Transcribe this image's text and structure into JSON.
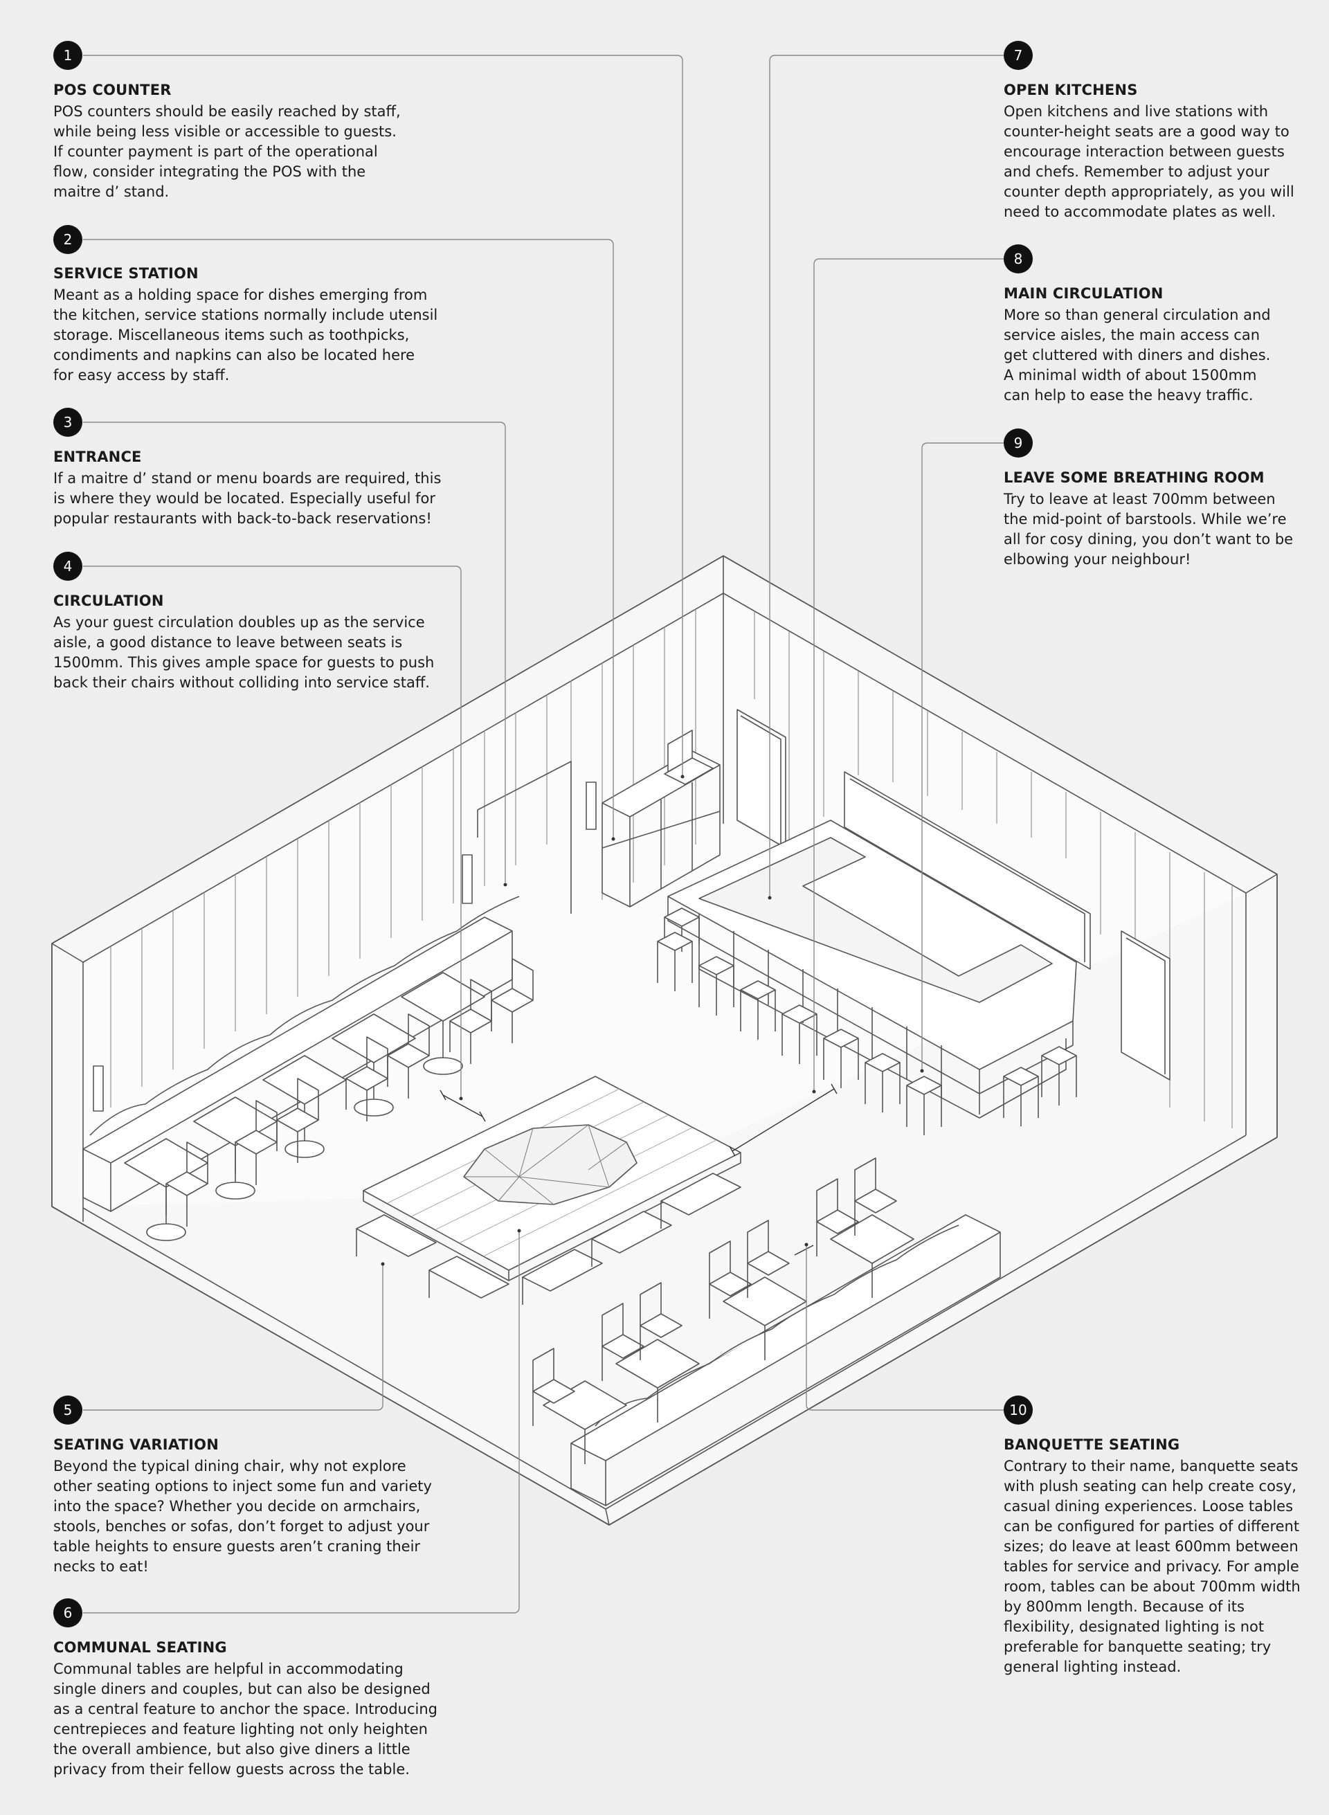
{
  "callouts": [
    {
      "number": "1",
      "title": "POS COUNTER",
      "body": "POS counters should be easily reached by staff,\nwhile being less visible or accessible to guests.\nIf counter payment is part of the operational\nflow, consider integrating the POS with the\nmaitre d’ stand."
    },
    {
      "number": "2",
      "title": "SERVICE STATION",
      "body": "Meant as a holding space for dishes emerging from\nthe kitchen, service stations normally include utensil\nstorage. Miscellaneous items such as toothpicks,\ncondiments and napkins can also be located here\nfor easy access by staff."
    },
    {
      "number": "3",
      "title": "ENTRANCE",
      "body": "If a maitre d’ stand or menu boards are required, this\nis where they would be located. Especially useful for\npopular restaurants with back-to-back reservations!"
    },
    {
      "number": "4",
      "title": "CIRCULATION",
      "body": "As your guest circulation doubles up as the service\naisle, a good distance to leave between seats is\n1500mm. This gives ample space for guests to push\nback their chairs without colliding into service staff."
    },
    {
      "number": "5",
      "title": "SEATING VARIATION",
      "body": "Beyond the typical dining chair, why not explore\nother seating options to inject some fun and variety\ninto the space? Whether you decide on armchairs,\nstools, benches or sofas, don’t forget to adjust your\ntable heights to ensure guests aren’t craning their\nnecks to eat!"
    },
    {
      "number": "6",
      "title": "COMMUNAL SEATING",
      "body": "Communal tables are helpful in accommodating\nsingle diners and couples, but can also be designed\nas a central feature to anchor the space. Introducing\ncentrepieces and feature lighting not only heighten\nthe overall ambience, but also give diners a little\nprivacy from their fellow guests across the table."
    },
    {
      "number": "7",
      "title": "OPEN KITCHENS",
      "body": "Open kitchens and live stations with\ncounter-height seats are a good way to\nencourage interaction between guests\nand chefs. Remember to adjust your\ncounter depth appropriately, as you will\nneed to accommodate plates as well."
    },
    {
      "number": "8",
      "title": "MAIN CIRCULATION",
      "body": "More so than general circulation and\nservice aisles, the main access can\nget cluttered with diners and dishes.\nA minimal width of about 1500mm\ncan help to ease the heavy traffic."
    },
    {
      "number": "9",
      "title": "LEAVE SOME BREATHING ROOM",
      "body": "Try to leave at least 700mm between\nthe mid-point of barstools. While we’re\nall for cosy dining, you don’t want to be\nelbowing your neighbour!"
    },
    {
      "number": "10",
      "title": "BANQUETTE SEATING",
      "body": "Contrary to their name, banquette seats\nwith plush seating can help create cosy,\ncasual dining experiences. Loose tables\ncan be configured for parties of different\nsizes; do leave at least 600mm between\ntables for service and privacy. For ample\nroom, tables can be about 700mm width\nby 800mm length. Because of its\nflexibility, designated lighting is not\npreferable for banquette seating; try\ngeneral lighting instead."
    }
  ],
  "colors": {
    "background": "#eeeeee",
    "line": "#555555",
    "leader": "#8a8a8a",
    "badge": "#111111"
  }
}
